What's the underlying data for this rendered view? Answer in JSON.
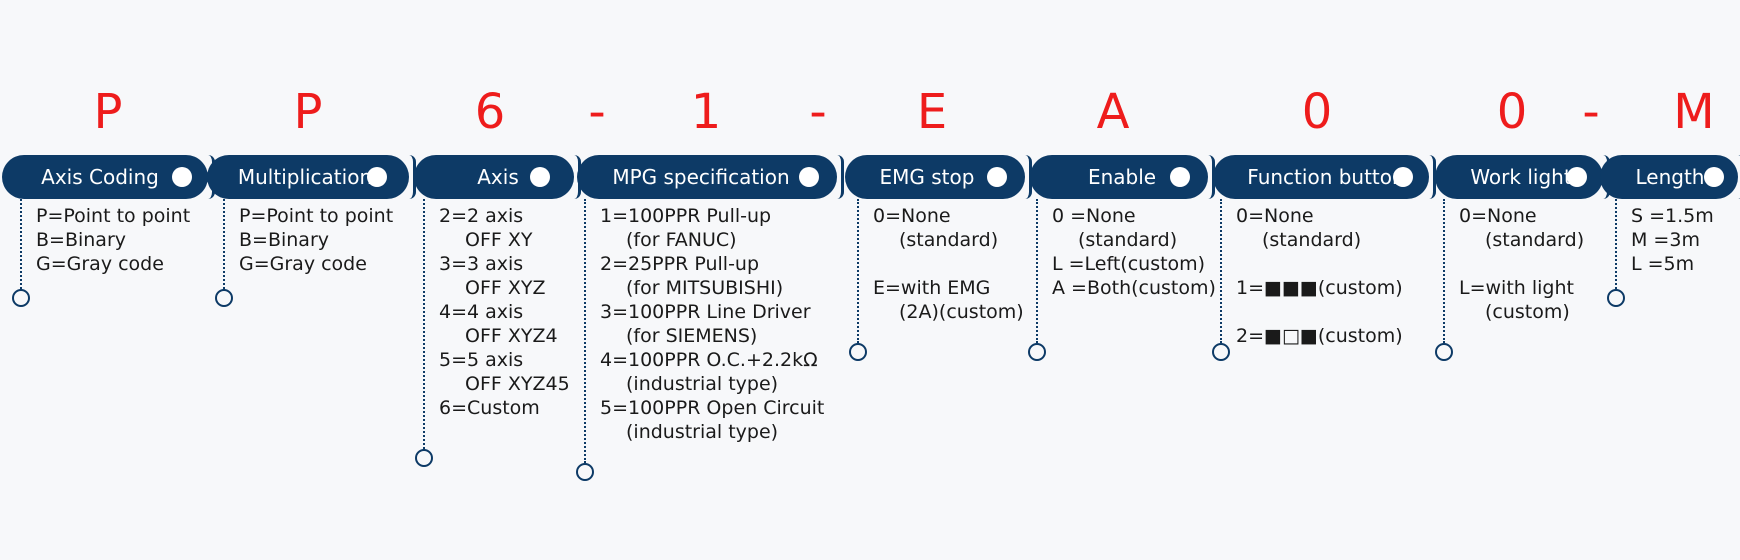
{
  "accent_color": "#ee1c1c",
  "bar_color": "#0d3a66",
  "code": [
    "P",
    "P",
    "6",
    "-",
    "1",
    "-",
    "E",
    "A",
    "0",
    "0",
    "-",
    "M"
  ],
  "sections": [
    {
      "label": "Axis Coding",
      "options": [
        {
          "main": "P=Point to point"
        },
        {
          "main": "B=Binary"
        },
        {
          "main": "G=Gray code"
        }
      ]
    },
    {
      "label": "Multiplication",
      "options": [
        {
          "main": "P=Point to point"
        },
        {
          "main": "B=Binary"
        },
        {
          "main": "G=Gray code"
        }
      ]
    },
    {
      "label": "Axis",
      "options": [
        {
          "main": "2=2 axis",
          "sub": "OFF XY"
        },
        {
          "main": "3=3 axis",
          "sub": "OFF XYZ"
        },
        {
          "main": "4=4 axis",
          "sub": "OFF XYZ4"
        },
        {
          "main": "5=5 axis",
          "sub": "OFF XYZ45"
        },
        {
          "main": "6=Custom"
        }
      ]
    },
    {
      "label": "MPG specification",
      "options": [
        {
          "main": "1=100PPR Pull-up",
          "sub": "(for FANUC)"
        },
        {
          "main": "2=25PPR Pull-up",
          "sub": "(for MITSUBISHI)"
        },
        {
          "main": "3=100PPR Line Driver",
          "sub": "(for SIEMENS)"
        },
        {
          "main": "4=100PPR O.C.+2.2kΩ",
          "sub": "(industrial type)"
        },
        {
          "main": "5=100PPR Open Circuit",
          "sub": "(industrial type)"
        }
      ]
    },
    {
      "label": "EMG stop",
      "options": [
        {
          "main": "0=None",
          "sub": "(standard)"
        },
        {
          "main": "E=with EMG",
          "sub": "(2A)(custom)"
        }
      ]
    },
    {
      "label": "Enable",
      "options": [
        {
          "main": "0 =None",
          "sub": "(standard)"
        },
        {
          "main": "L =Left(custom)"
        },
        {
          "main": "A =Both(custom)"
        }
      ]
    },
    {
      "label": "Function button",
      "options": [
        {
          "main": "0=None",
          "sub": "(standard)"
        },
        {
          "main": "1=■■■(custom)"
        },
        {
          "main": "2=■□■(custom)"
        }
      ]
    },
    {
      "label": "Work light",
      "options": [
        {
          "main": "0=None",
          "sub": "(standard)"
        },
        {
          "main": "L=with light",
          "sub": "(custom)"
        }
      ]
    },
    {
      "label": "Length",
      "options": [
        {
          "main": " S =1.5m"
        },
        {
          "main": "M =3m"
        },
        {
          "main": " L =5m"
        }
      ]
    }
  ]
}
